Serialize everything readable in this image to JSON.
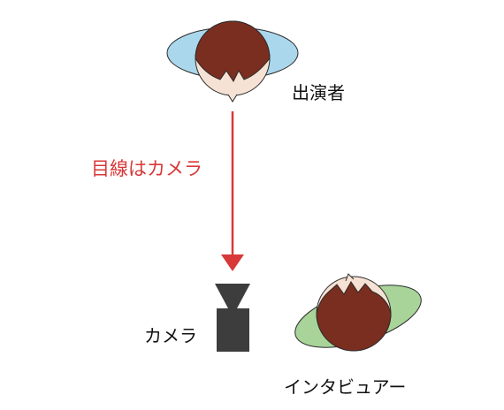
{
  "labels": {
    "performer": "出演者",
    "gaze": "目線はカメラ",
    "camera": "カメラ",
    "interviewer": "インタビュアー"
  },
  "colors": {
    "gaze": "#d93838",
    "performer_shoulders": "#aad7ec",
    "interviewer_shoulders": "#a8d49a",
    "hair": "#7a2e20",
    "skin": "#f6e2d4",
    "camera_body": "#3d3d3d"
  }
}
